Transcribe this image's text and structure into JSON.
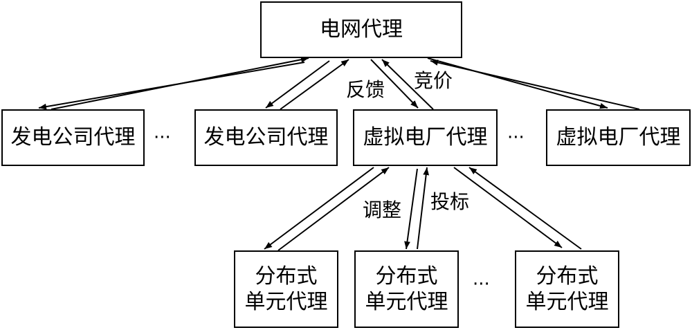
{
  "nodes": {
    "grid": "电网代理",
    "gen1": "发电公司代理",
    "gen2": "发电公司代理",
    "vpp1": "虚拟电厂代理",
    "vpp2": "虚拟电厂代理",
    "du1": {
      "line1": "分布式",
      "line2": "单元代理"
    },
    "du2": {
      "line1": "分布式",
      "line2": "单元代理"
    },
    "du3": {
      "line1": "分布式",
      "line2": "单元代理"
    }
  },
  "edge_labels": {
    "feedback": "反馈",
    "bid_price": "竞价",
    "adjust": "调整",
    "tender": "投标"
  },
  "ellipsis": "···"
}
